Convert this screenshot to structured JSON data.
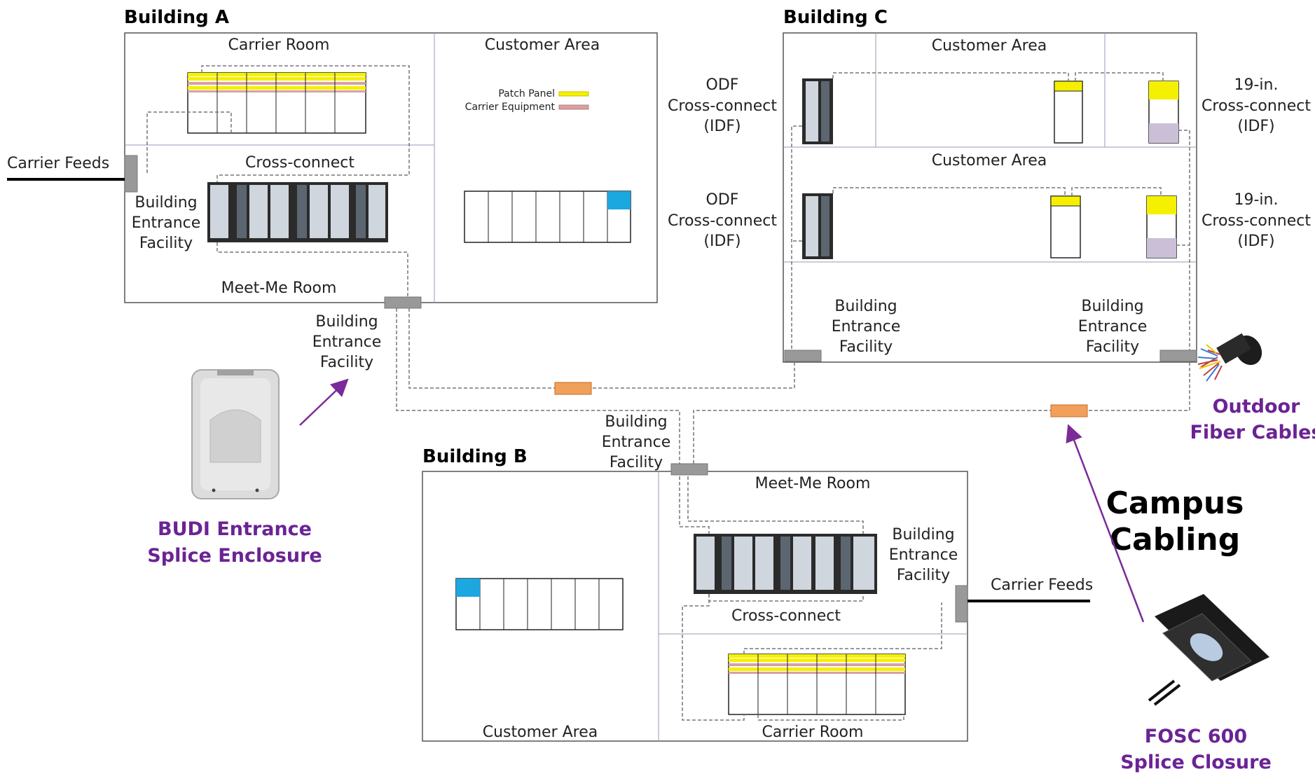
{
  "building_a": {
    "title": "Building A",
    "carrier_room": "Carrier Room",
    "customer_area": "Customer Area",
    "cross_connect": "Cross-connect",
    "bef": [
      "Building",
      "Entrance",
      "Facility"
    ],
    "meet_me_room": "Meet-Me Room",
    "carrier_feeds": "Carrier Feeds",
    "legend": {
      "patch_panel": "Patch Panel",
      "carrier_equipment": "Carrier Equipment"
    },
    "outside_bef": [
      "Building",
      "Entrance",
      "Facility"
    ]
  },
  "building_b": {
    "title": "Building B",
    "meet_me_room": "Meet-Me Room",
    "bef": [
      "Building",
      "Entrance",
      "Facility"
    ],
    "cross_connect": "Cross-connect",
    "customer_area": "Customer Area",
    "carrier_room": "Carrier Room",
    "carrier_feeds": "Carrier Feeds",
    "outside_bef": [
      "Building",
      "Entrance",
      "Facility"
    ]
  },
  "building_c": {
    "title": "Building C",
    "customer_area_1": "Customer Area",
    "customer_area_2": "Customer Area",
    "odf_1": [
      "ODF",
      "Cross-connect",
      "(IDF)"
    ],
    "odf_2": [
      "ODF",
      "Cross-connect",
      "(IDF)"
    ],
    "rack_1": [
      "19-in.",
      "Cross-connect",
      "(IDF)"
    ],
    "rack_2": [
      "19-in.",
      "Cross-connect",
      "(IDF)"
    ],
    "bef_left": [
      "Building",
      "Entrance",
      "Facility"
    ],
    "bef_right": [
      "Building",
      "Entrance",
      "Facility"
    ]
  },
  "products": {
    "budi": [
      "BUDI Entrance",
      "Splice Enclosure"
    ],
    "fosc": [
      "FOSC 600",
      "Splice Closure"
    ],
    "outdoor": [
      "Outdoor",
      "Fiber Cables"
    ],
    "campus": [
      "Campus",
      "Cabling"
    ]
  },
  "colors": {
    "patch_panel": "#f5f000",
    "carrier_equipment": "#d9a0a0",
    "highlight": "#1ba7e0",
    "product_label": "#6b2394",
    "splice": "#f0a05a"
  }
}
